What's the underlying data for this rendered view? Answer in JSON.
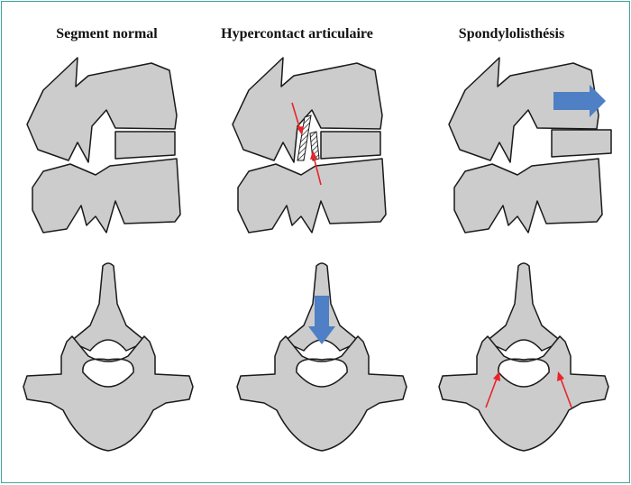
{
  "titles": {
    "normal": "Segment normal",
    "hypercontact": "Hypercontact articulaire",
    "spondylolisthesis": "Spondylolisthésis"
  },
  "colors": {
    "border": "#3aa79c",
    "bone_fill": "#cccccc",
    "bone_stroke": "#1a1a1a",
    "force_arrow": "#e8242a",
    "displacement_arrow": "#4f7fc4"
  }
}
